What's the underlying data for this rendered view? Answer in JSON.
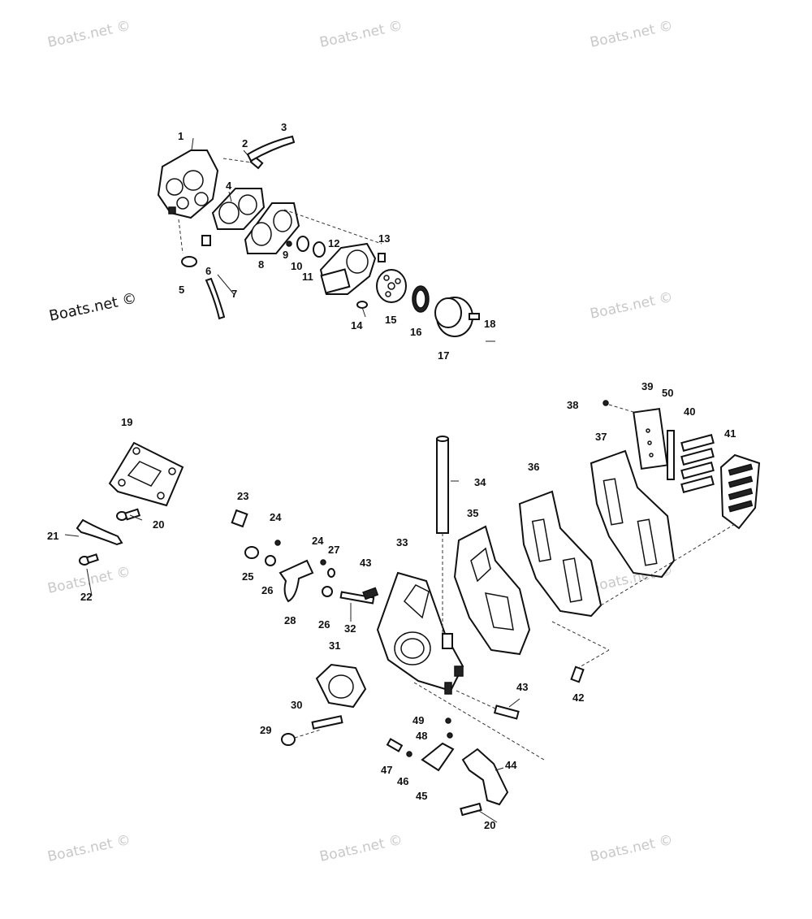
{
  "watermark": "Boats.net ©",
  "watermark_rows": [
    [
      "Boats.net ©",
      "Boats.net ©",
      "Boats.net ©"
    ],
    [
      "Boats.net ©",
      "Boats.net ©"
    ],
    [
      "Boats.net ©",
      "Boats.net ©"
    ],
    [
      "Boats.net ©",
      "Boats.net ©",
      "Boats.net ©"
    ]
  ],
  "callouts": {
    "c1": "1",
    "c2": "2",
    "c3": "3",
    "c4": "4",
    "c5": "5",
    "c6": "6",
    "c7": "7",
    "c8": "8",
    "c9": "9",
    "c10": "10",
    "c11": "11",
    "c12": "12",
    "c13": "13",
    "c14": "14",
    "c15": "15",
    "c16": "16",
    "c17": "17",
    "c18": "18",
    "c19": "19",
    "c20a": "20",
    "c20b": "20",
    "c21": "21",
    "c22": "22",
    "c23": "23",
    "c24a": "24",
    "c24b": "24",
    "c25": "25",
    "c26a": "26",
    "c26b": "26",
    "c27": "27",
    "c28": "28",
    "c29": "29",
    "c30": "30",
    "c31": "31",
    "c32": "32",
    "c33": "33",
    "c34": "34",
    "c35": "35",
    "c36": "36",
    "c37": "37",
    "c38": "38",
    "c39": "39",
    "c40": "40",
    "c41": "41",
    "c42": "42",
    "c43a": "43",
    "c43b": "43",
    "c44": "44",
    "c45": "45",
    "c46": "46",
    "c47": "47",
    "c48": "48",
    "c49": "49",
    "c50": "50"
  }
}
